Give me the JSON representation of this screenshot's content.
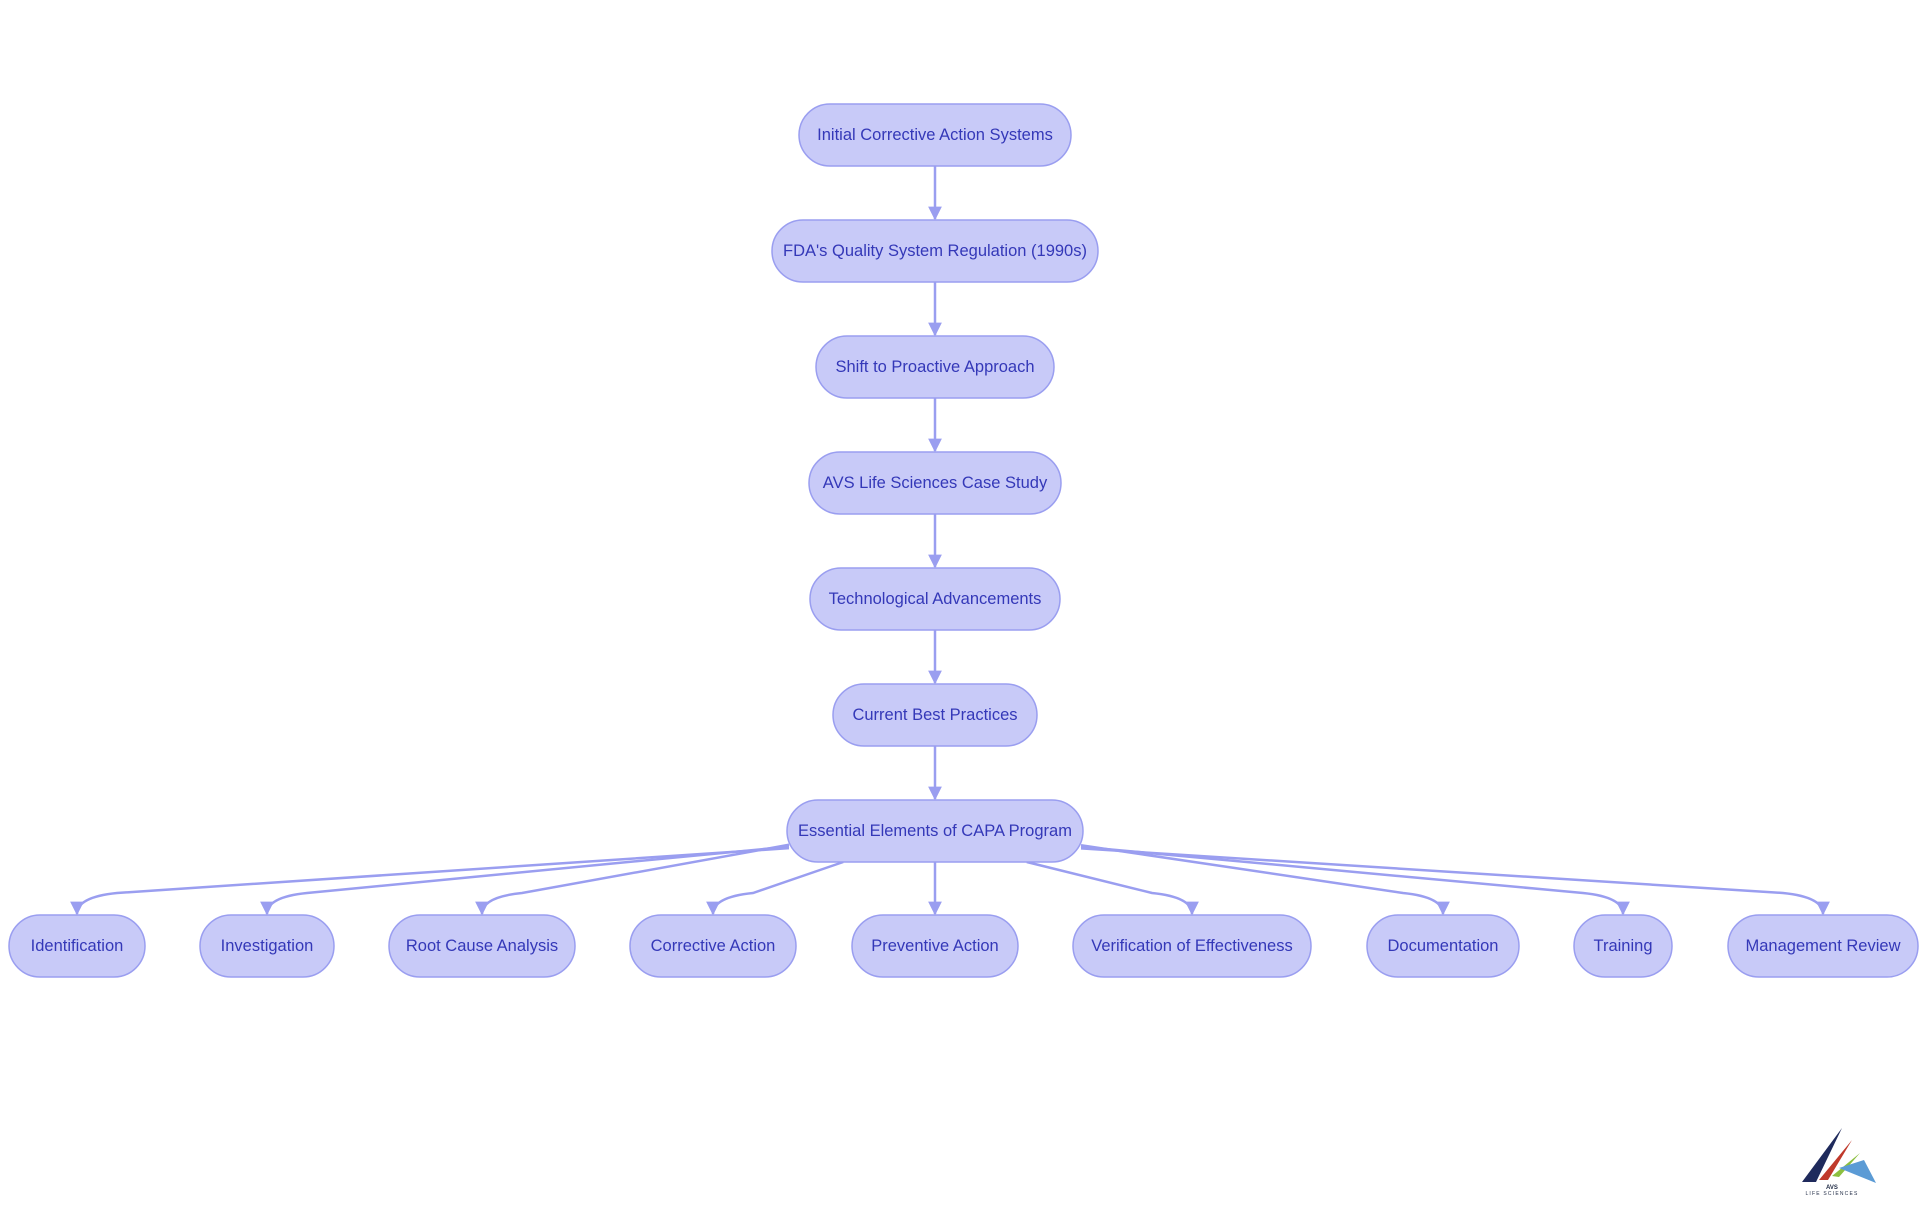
{
  "diagram": {
    "colors": {
      "node_fill": "#c8caf8",
      "node_stroke": "#9a9ef0",
      "edge": "#9a9ef0",
      "text": "#3438b8"
    },
    "nodes": [
      {
        "id": "initial",
        "label": "Initial Corrective Action Systems"
      },
      {
        "id": "fda",
        "label": "FDA's Quality System Regulation (1990s)"
      },
      {
        "id": "shift",
        "label": "Shift to Proactive Approach"
      },
      {
        "id": "avs",
        "label": "AVS Life Sciences Case Study"
      },
      {
        "id": "tech",
        "label": "Technological Advancements"
      },
      {
        "id": "best",
        "label": "Current Best Practices"
      },
      {
        "id": "essential",
        "label": "Essential Elements of CAPA Program"
      },
      {
        "id": "identification",
        "label": "Identification"
      },
      {
        "id": "investigation",
        "label": "Investigation"
      },
      {
        "id": "rca",
        "label": "Root Cause Analysis"
      },
      {
        "id": "corrective",
        "label": "Corrective Action"
      },
      {
        "id": "preventive",
        "label": "Preventive Action"
      },
      {
        "id": "verification",
        "label": "Verification of Effectiveness"
      },
      {
        "id": "documentation",
        "label": "Documentation"
      },
      {
        "id": "training",
        "label": "Training"
      },
      {
        "id": "management",
        "label": "Management Review"
      }
    ],
    "edges": [
      [
        "initial",
        "fda"
      ],
      [
        "fda",
        "shift"
      ],
      [
        "shift",
        "avs"
      ],
      [
        "avs",
        "tech"
      ],
      [
        "tech",
        "best"
      ],
      [
        "best",
        "essential"
      ],
      [
        "essential",
        "identification"
      ],
      [
        "essential",
        "investigation"
      ],
      [
        "essential",
        "rca"
      ],
      [
        "essential",
        "corrective"
      ],
      [
        "essential",
        "preventive"
      ],
      [
        "essential",
        "verification"
      ],
      [
        "essential",
        "documentation"
      ],
      [
        "essential",
        "training"
      ],
      [
        "essential",
        "management"
      ]
    ]
  },
  "logo": {
    "line1": "AVS",
    "line2": "LIFE SCIENCES",
    "colors": [
      "#1f2a5c",
      "#c0392b",
      "#8cbf3f",
      "#5b9bd5"
    ]
  }
}
